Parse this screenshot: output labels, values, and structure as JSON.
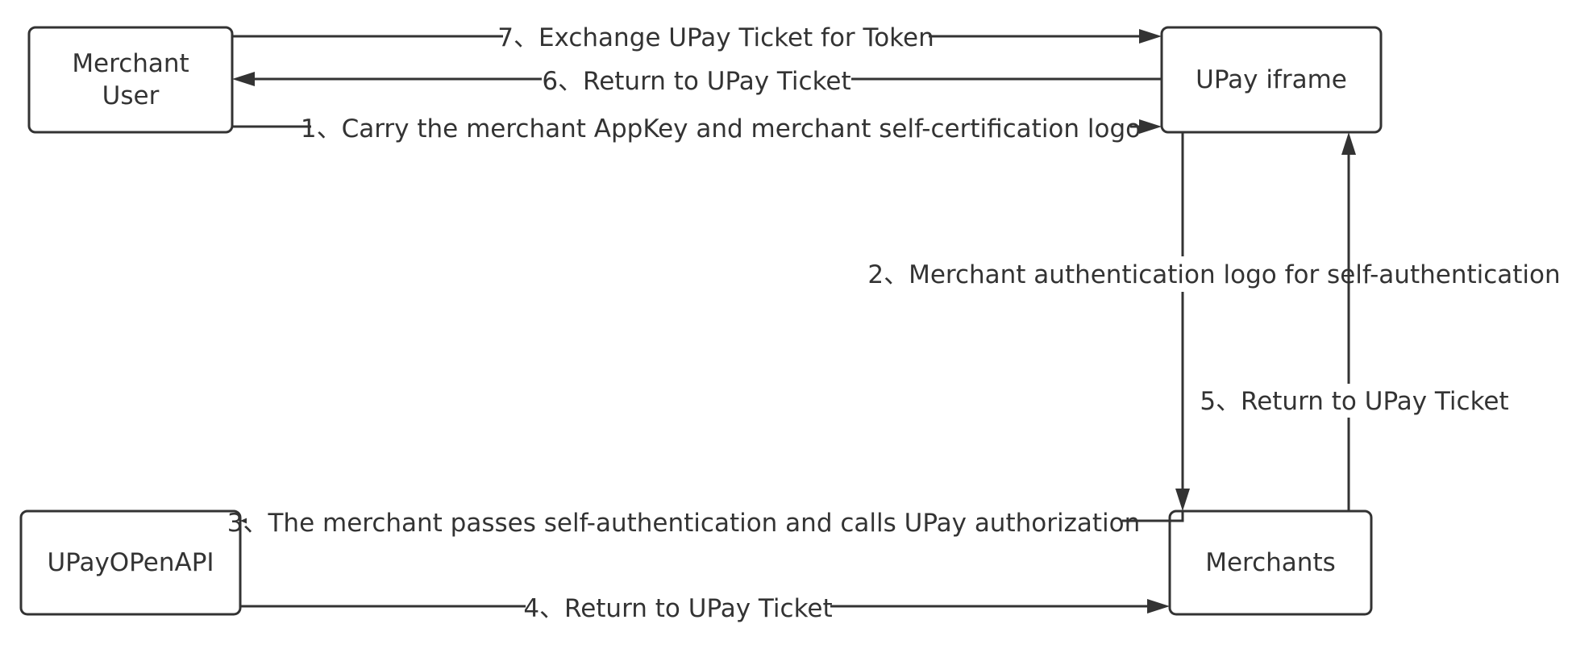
{
  "nodes": {
    "merchant_user": {
      "lines": [
        "Merchant",
        "User"
      ]
    },
    "upay_iframe": {
      "lines": [
        "UPay iframe"
      ]
    },
    "upay_openapi": {
      "lines": [
        "UPayOPenAPI"
      ]
    },
    "merchants": {
      "lines": [
        "Merchants"
      ]
    }
  },
  "edges": {
    "e1": {
      "label": "1、Carry the merchant AppKey and merchant self-certification logo"
    },
    "e2": {
      "label": "2、Merchant authentication logo for self-authentication"
    },
    "e3": {
      "label": "3、The merchant passes self-authentication and calls UPay authorization"
    },
    "e4": {
      "label": "4、Return to UPay Ticket"
    },
    "e5": {
      "label": "5、Return to UPay Ticket"
    },
    "e6": {
      "label": "6、Return to UPay Ticket"
    },
    "e7": {
      "label": "7、Exchange UPay Ticket for Token"
    }
  }
}
